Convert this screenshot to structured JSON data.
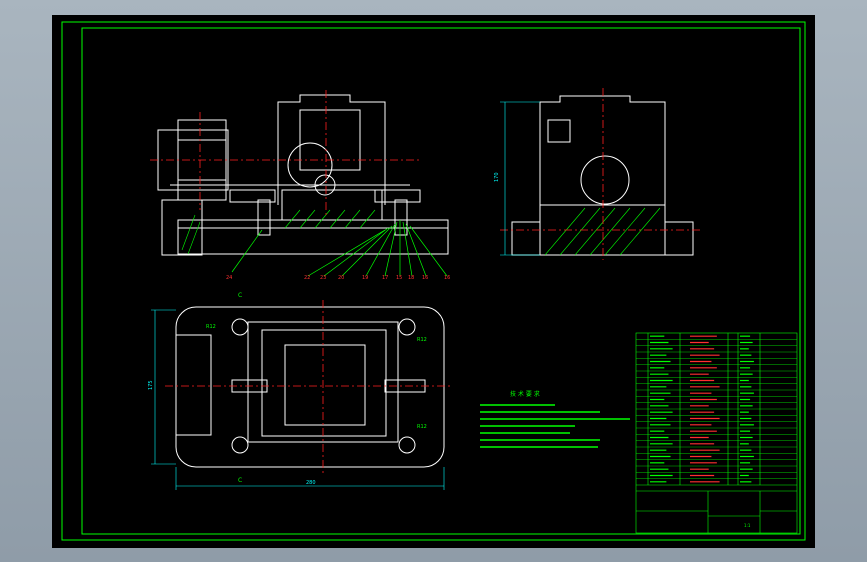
{
  "colors": {
    "background": "#000000",
    "viewport": "#9ca9b4",
    "border": "#00ff00",
    "geometry": "#ffffff",
    "centerline": "#ff2020",
    "hatch": "#00ff00",
    "leader": "#00ff00",
    "dimension": "#00ffff",
    "title_text": "#ff3030",
    "text_green": "#00ff00",
    "text_yellow": "#ffff00"
  },
  "front_view": {
    "part_numbers": [
      "24",
      "22",
      "23",
      "20",
      "19",
      "17",
      "15",
      "18",
      "16",
      "16"
    ]
  },
  "side_view": {
    "dimension_height": "170"
  },
  "plan_view": {
    "dimension_width": "280",
    "dimension_height": "175",
    "radius_labels": [
      "R12",
      "R12",
      "R12"
    ],
    "section_marks": [
      "C",
      "C"
    ]
  },
  "technical_requirements": {
    "title": "技 术 要 求"
  },
  "parts_list": {
    "rows": 24
  },
  "title_block": {
    "scale_value": "1:1"
  },
  "icons": {
    "drawing": "cad-fixture-drawing"
  }
}
